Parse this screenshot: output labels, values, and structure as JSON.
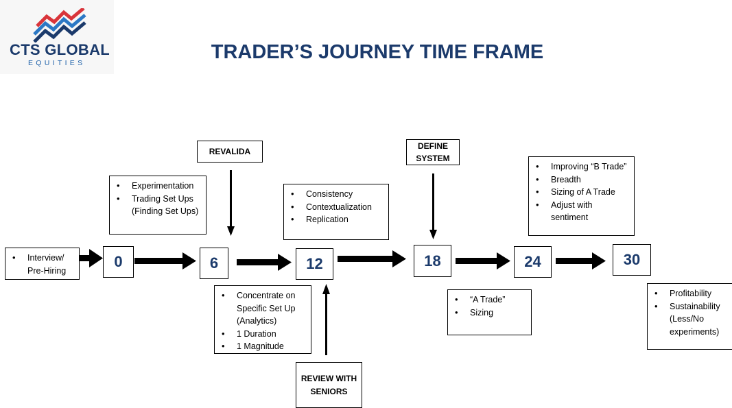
{
  "logo": {
    "name": "CTS GLOBAL",
    "sub": "EQUITIES",
    "colors": {
      "navy": "#1b3a6b",
      "red": "#d9343a",
      "blue": "#2b78c5"
    }
  },
  "title": "TRADER’S JOURNEY TIME FRAME",
  "milestones": [
    "0",
    "6",
    "12",
    "18",
    "24",
    "30"
  ],
  "start_box": [
    "Interview/ Pre-Hiring"
  ],
  "labels": {
    "revalida": "REVALIDA",
    "define_system": "DEFINE SYSTEM",
    "review_with_seniors": "REVIEW WITH SENIORS"
  },
  "notes": {
    "experimentation": [
      "Experimentation",
      "Trading Set Ups (Finding Set Ups)"
    ],
    "consistency": [
      "Consistency",
      "Contextualization",
      "Replication"
    ],
    "improving": [
      "Improving “B Trade”",
      "Breadth",
      "Sizing of A Trade",
      "Adjust with sentiment"
    ],
    "concentrate": [
      "Concentrate on Specific Set Up (Analytics)",
      "1 Duration",
      "1 Magnitude"
    ],
    "a_trade": [
      "“A Trade”",
      "Sizing"
    ],
    "profitability": [
      "Profitability",
      "Sustainability (Less/No experiments)"
    ]
  },
  "colors": {
    "milestone_text": "#1b3a6b",
    "arrow": "#000000"
  }
}
